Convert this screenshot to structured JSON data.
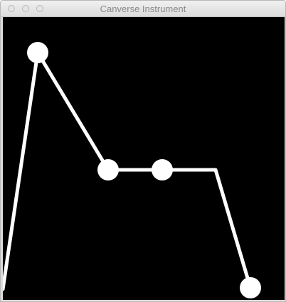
{
  "window": {
    "title": "Canverse Instrument"
  },
  "colors": {
    "canvas_background": "#000000",
    "stroke": "#ffffff",
    "handle": "#ffffff"
  },
  "envelope": {
    "segments": 5,
    "handles": 4
  }
}
